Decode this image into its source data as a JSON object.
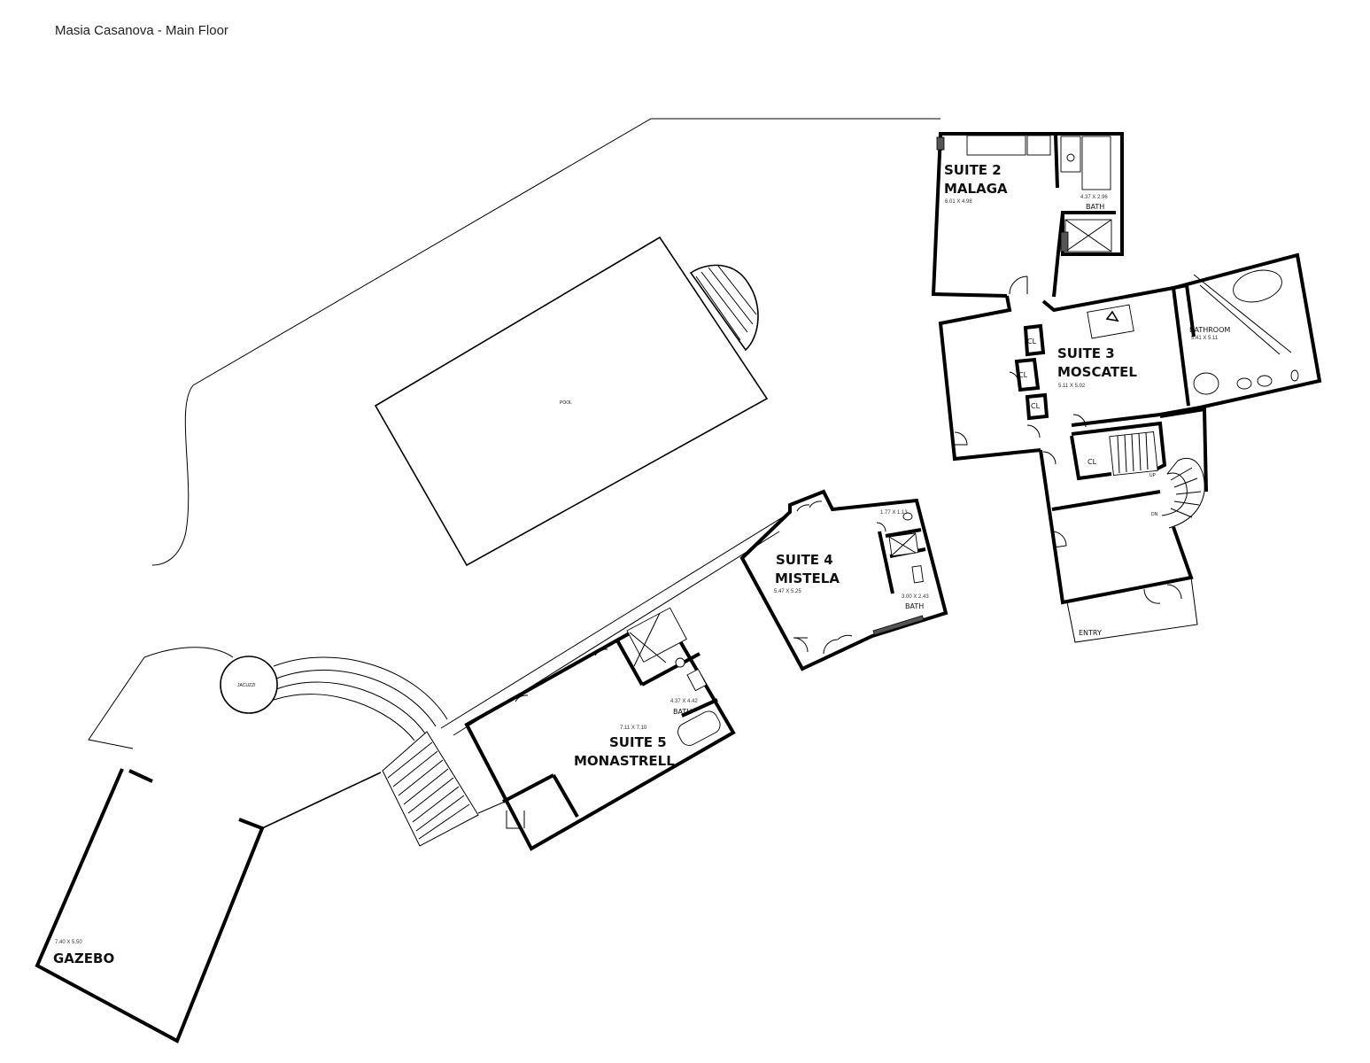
{
  "page_title": "Masia Casanova - Main Floor",
  "rooms": {
    "suite2": {
      "name_line1": "SUITE 2",
      "name_line2": "MALAGA",
      "dims": "6.01 X 4.98"
    },
    "suite2_bath": {
      "name": "BATH",
      "dims": "4.37 X 2.96"
    },
    "suite3": {
      "name_line1": "SUITE 3",
      "name_line2": "MOSCATEL",
      "dims": "5.11 X 5.02"
    },
    "suite3_bath": {
      "name": "BATHROOM",
      "dims": "5.41 X 5.11"
    },
    "suite4": {
      "name_line1": "SUITE 4",
      "name_line2": "MISTELA",
      "dims": "5.47 X 5.25"
    },
    "suite4_bath": {
      "name": "BATH",
      "dims": "3.00 X 2.43"
    },
    "suite4_wc_dims": "1.77 X 1.13",
    "suite5": {
      "name_line1": "SUITE 5",
      "name_line2": "MONASTRELL",
      "dims": "7.11 X 7.10"
    },
    "suite5_bath": {
      "name": "BATH",
      "dims": "4.37 X 4.42"
    },
    "gazebo": {
      "name": "GAZEBO",
      "dims": "7.40 X 5.50"
    },
    "pool": "POOL",
    "jacuzzi": "JACUZZI",
    "entry": "ENTRY",
    "closet_label": "CL",
    "stair_up": "UP",
    "stair_down": "DN"
  },
  "colors": {
    "line": "#000000",
    "background": "#ffffff"
  }
}
